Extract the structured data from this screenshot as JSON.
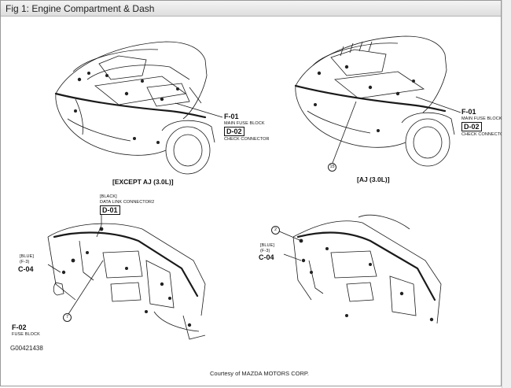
{
  "window": {
    "title": "Fig 1: Engine Compartment & Dash"
  },
  "panels": {
    "top_left": {
      "caption": "[EXCEPT AJ (3.0L)]",
      "f01_code": "F-01",
      "f01_label": "MAIN FUSE BLOCK",
      "d02_code": "D-02",
      "d02_label": "CHECK CONNECTOR"
    },
    "top_right": {
      "caption": "[AJ (3.0L)]",
      "f01_code": "F-01",
      "f01_label": "MAIN FUSE BLOCK",
      "d02_code": "D-02",
      "d02_label": "CHECK CONNECTOR",
      "callout": "15"
    },
    "bottom_left": {
      "d01_color": "[BLACK]",
      "d01_label": "DATA LINK CONNECTOR2",
      "d01_code": "D-01",
      "c04_color": "[BLUE]",
      "c04_sub": "(F-3)",
      "c04_code": "C-04",
      "f02_code": "F-02",
      "f02_label": "FUSE BLOCK",
      "callout": "7"
    },
    "bottom_right": {
      "c04_color": "[BLUE]",
      "c04_sub": "(F-3)",
      "c04_code": "C-04",
      "callout": "2"
    }
  },
  "figure_id": "G00421438",
  "courtesy": "Courtesy of MAZDA MOTORS CORP."
}
